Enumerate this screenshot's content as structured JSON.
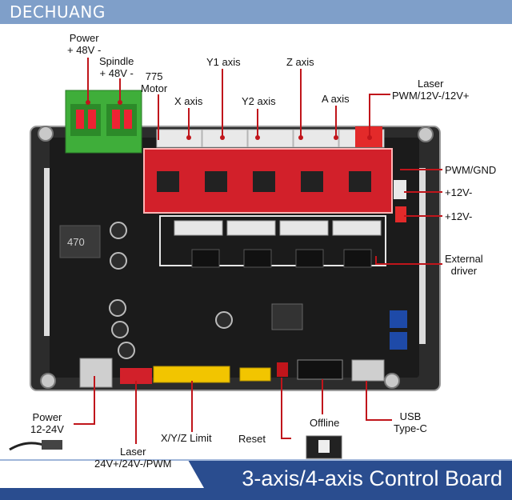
{
  "brand": {
    "name": "DECHUANG"
  },
  "footer": {
    "title": "3-axis/4-axis Control Board"
  },
  "board": {
    "silkscreen": "470"
  },
  "labels": {
    "power48": [
      "Power",
      "+ 48V -"
    ],
    "spindle": [
      "Spindle",
      "+ 48V -"
    ],
    "motor775": [
      "775",
      "Motor"
    ],
    "x_axis": "X axis",
    "y1_axis": "Y1 axis",
    "y2_axis": "Y2 axis",
    "z_axis": "Z axis",
    "a_axis": "A axis",
    "laser_top": [
      "Laser",
      "PWM/12V-/12V+"
    ],
    "pwm_gnd": "PWM/GND",
    "plus12_a": "+12V-",
    "plus12_b": "+12V-",
    "external_driver": [
      "External",
      "driver"
    ],
    "power_12_24": [
      "Power",
      "12-24V"
    ],
    "laser_bottom": [
      "Laser",
      "24V+/24V-/PWM"
    ],
    "xyz_limit": "X/Y/Z Limit",
    "reset": "Reset",
    "offline": "Offline",
    "usb": [
      "USB",
      "Type-C"
    ]
  },
  "colors": {
    "brand_bar": "#7f9fc9",
    "footer_bar": "#2a4d8f",
    "callout": "#c0151b",
    "board": "#1b1b1b",
    "driver_red": "#d2202a",
    "terminal_green": "#3fae3a",
    "header_yellow": "#f2c500"
  }
}
